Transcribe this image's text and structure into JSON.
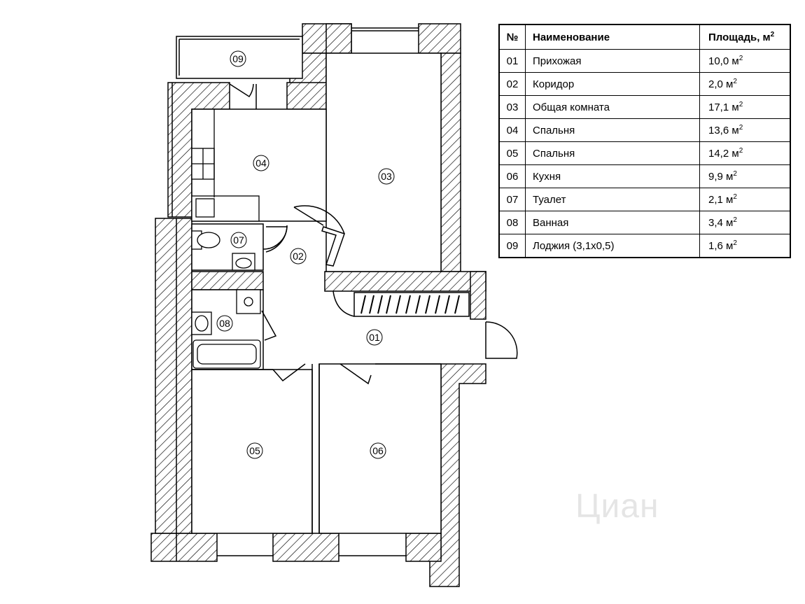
{
  "table": {
    "headers": {
      "num": "№",
      "name": "Наименование",
      "area": "Площадь, м",
      "area_sup": "2"
    },
    "rows": [
      {
        "num": "01",
        "name": "Прихожая",
        "area": "10,0 м",
        "sup": "2"
      },
      {
        "num": "02",
        "name": "Коридор",
        "area": "2,0 м",
        "sup": "2"
      },
      {
        "num": "03",
        "name": "Общая комната",
        "area": "17,1 м",
        "sup": "2"
      },
      {
        "num": "04",
        "name": "Спальня",
        "area": "13,6 м",
        "sup": "2"
      },
      {
        "num": "05",
        "name": "Спальня",
        "area": "14,2 м",
        "sup": "2"
      },
      {
        "num": "06",
        "name": "Кухня",
        "area": "9,9 м",
        "sup": "2"
      },
      {
        "num": "07",
        "name": "Туалет",
        "area": "2,1 м",
        "sup": "2"
      },
      {
        "num": "08",
        "name": "Ванная",
        "area": "3,4 м",
        "sup": "2"
      },
      {
        "num": "09",
        "name": "Лоджия (3,1х0,5)",
        "area": "1,6 м",
        "sup": "2"
      }
    ]
  },
  "plan": {
    "rooms": [
      "01",
      "02",
      "03",
      "04",
      "05",
      "06",
      "07",
      "08",
      "09"
    ]
  },
  "watermark": "Циан",
  "colors": {
    "line": "#000000",
    "background": "#ffffff"
  }
}
